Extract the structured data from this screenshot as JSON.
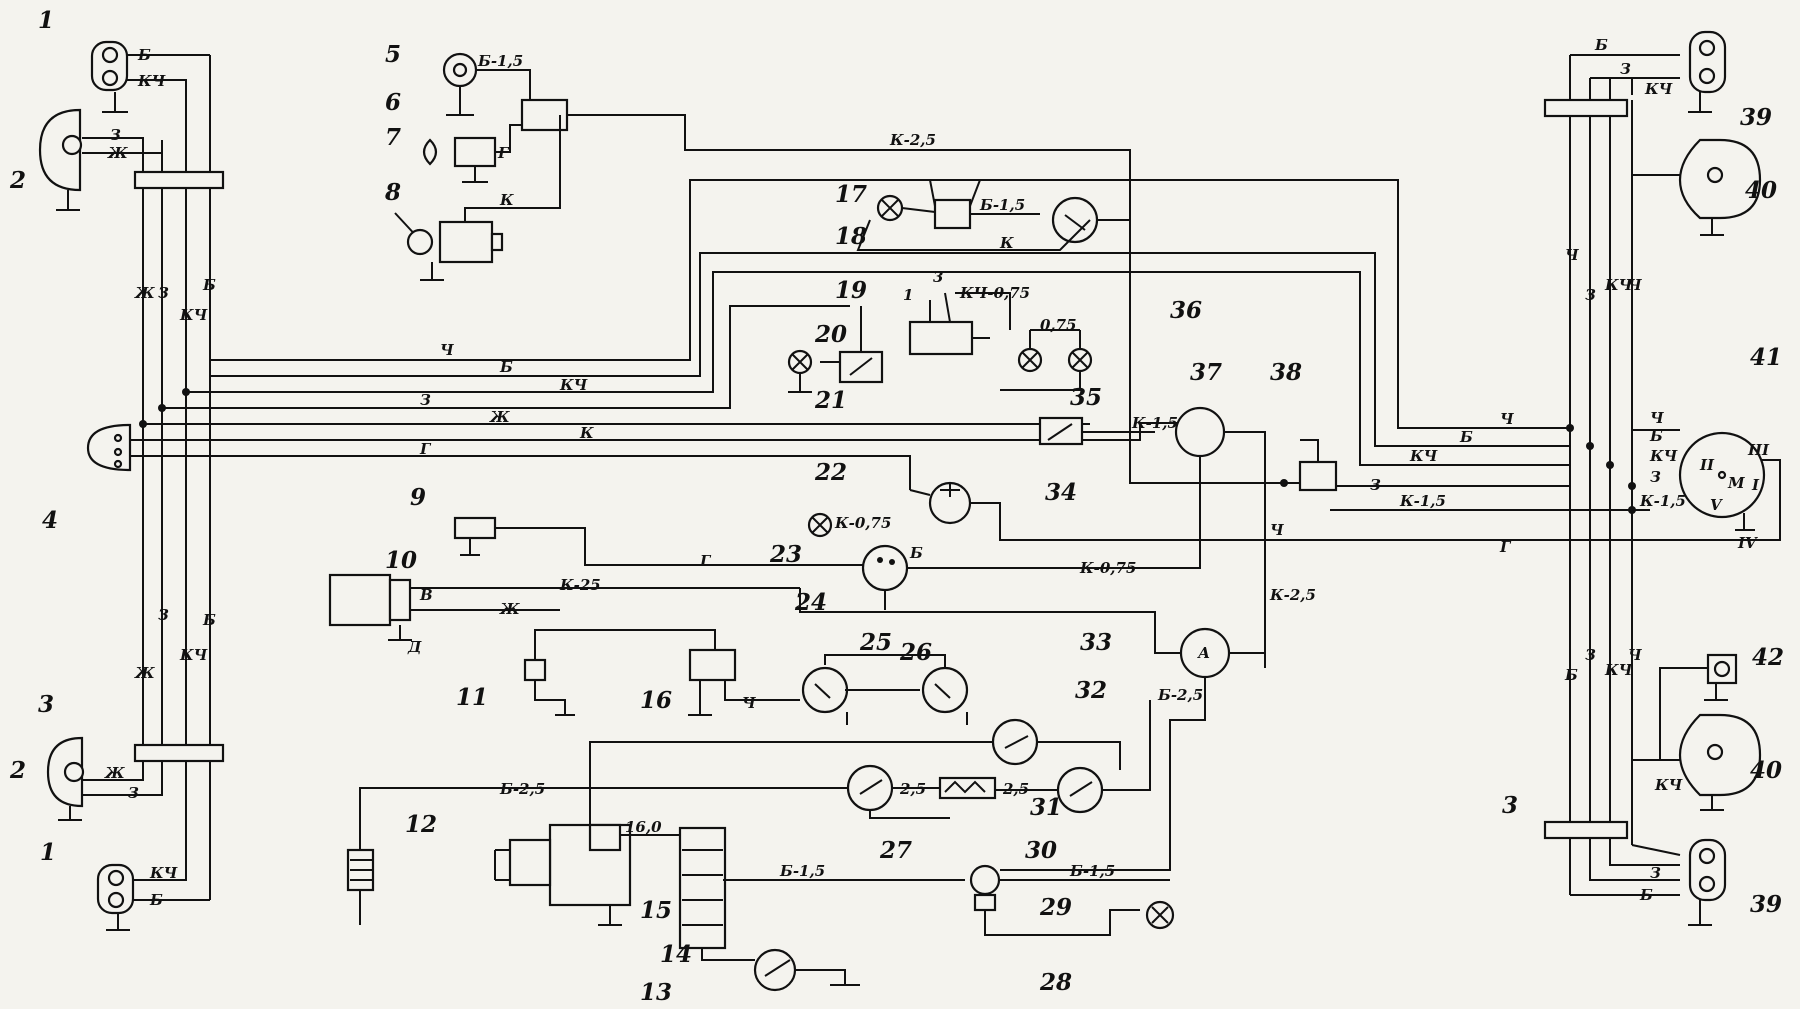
{
  "components": {
    "c1_top": "1",
    "c2_top": "2",
    "c3_top": "3",
    "c4": "4",
    "c2_bot": "2",
    "c1_bot": "1",
    "c5": "5",
    "c6": "6",
    "c7": "7",
    "c8": "8",
    "c9": "9",
    "c10": "10",
    "c11": "11",
    "c12": "12",
    "c13": "13",
    "c14": "14",
    "c15": "15",
    "c16": "16",
    "c17": "17",
    "c18": "18",
    "c19": "19",
    "c20": "20",
    "c21": "21",
    "c22": "22",
    "c23": "23",
    "c24": "24",
    "c25": "25",
    "c26": "26",
    "c27": "27",
    "c28": "28",
    "c29": "29",
    "c30": "30",
    "c31": "31",
    "c32": "32",
    "c33": "33",
    "c34": "34",
    "c35": "35",
    "c36": "36",
    "c37": "37",
    "c38": "38",
    "c39_top": "39",
    "c40_top": "40",
    "c41": "41",
    "c42": "42",
    "c40_bot": "40",
    "c3_right": "3",
    "c39_bot": "39"
  },
  "wire_labels": {
    "l_b1": "Б",
    "l_kch1": "КЧ",
    "l_z1": "З",
    "l_zh1": "Ж",
    "l_zh_v1": "Ж",
    "l_z_v1": "З",
    "l_kch_v1": "КЧ",
    "l_b_v1": "Б",
    "l_zh_v2": "Ж",
    "l_z_v2": "З",
    "l_kch_v2": "КЧ",
    "l_b_v2": "Б",
    "l_zh2": "Ж",
    "l_z2": "З",
    "l_kch2": "КЧ",
    "l_b2": "Б",
    "l_51": "Б-1,5",
    "l_g7": "Г",
    "l_k8": "К",
    "l_k25top": "К-2,5",
    "l_b15a": "Б-1,5",
    "l_k_mid": "К",
    "l_z19": "3",
    "l_1_19": "1",
    "l_kch075": "КЧ-0,75",
    "l_075": "0,75",
    "l_ch_h": "Ч",
    "l_b_h": "Б",
    "l_kch_h": "КЧ",
    "l_z_h": "З",
    "l_zh_h": "Ж",
    "l_k_h": "К",
    "l_g_h": "Г",
    "l_k15_37": "К-1,5",
    "l_k075_23": "К-0,75",
    "l_b24": "Б",
    "l_g_low": "Г",
    "l_k075_low": "К-0,75",
    "l_k25_low": "К-25",
    "l_zh_low": "Ж",
    "l_v10": "В",
    "l_d10": "Д",
    "l_ch16": "Ч",
    "l_k25v": "К-2,5",
    "l_b25_33": "Б-2,5",
    "l_a33": "А",
    "l_b25_12": "Б-2,5",
    "l_25a": "2,5",
    "l_25b": "2,5",
    "l_160": "16,0",
    "l_b15_13": "Б-1,5",
    "l_b15_29": "Б-1,5",
    "l_ch_r": "Ч",
    "l_b_r": "Б",
    "l_kch_r": "КЧ",
    "l_z_r": "З",
    "l_k15_r": "К-1,5",
    "l_k15_r2": "К-1,5",
    "l_ch_r2": "Ч",
    "l_g_r": "Г",
    "l_z38": "З",
    "l_b_r1": "Б",
    "l_z_r1": "З",
    "l_kch_r1": "КЧ",
    "l_ch_rv": "Ч",
    "l_z_rv": "З",
    "l_kch_rv": "КЧ",
    "l_ch_rv2": "Ч",
    "l_b_rv3": "Б",
    "l_z_rv3": "З",
    "l_kch_rv3": "КЧ",
    "l_ch_rv3": "Ч",
    "l_kch_r42": "КЧ",
    "l_kch_r39": "КЧ",
    "l_z_r39": "З",
    "l_b_r39": "Б",
    "t41_ii": "II",
    "t41_iii": "III",
    "t41_v": "V",
    "t41_iv": "IV",
    "t41_m": "М",
    "t41_i": "I"
  },
  "colors": {
    "ink": "#111111",
    "paper": "#f4f3ee"
  }
}
